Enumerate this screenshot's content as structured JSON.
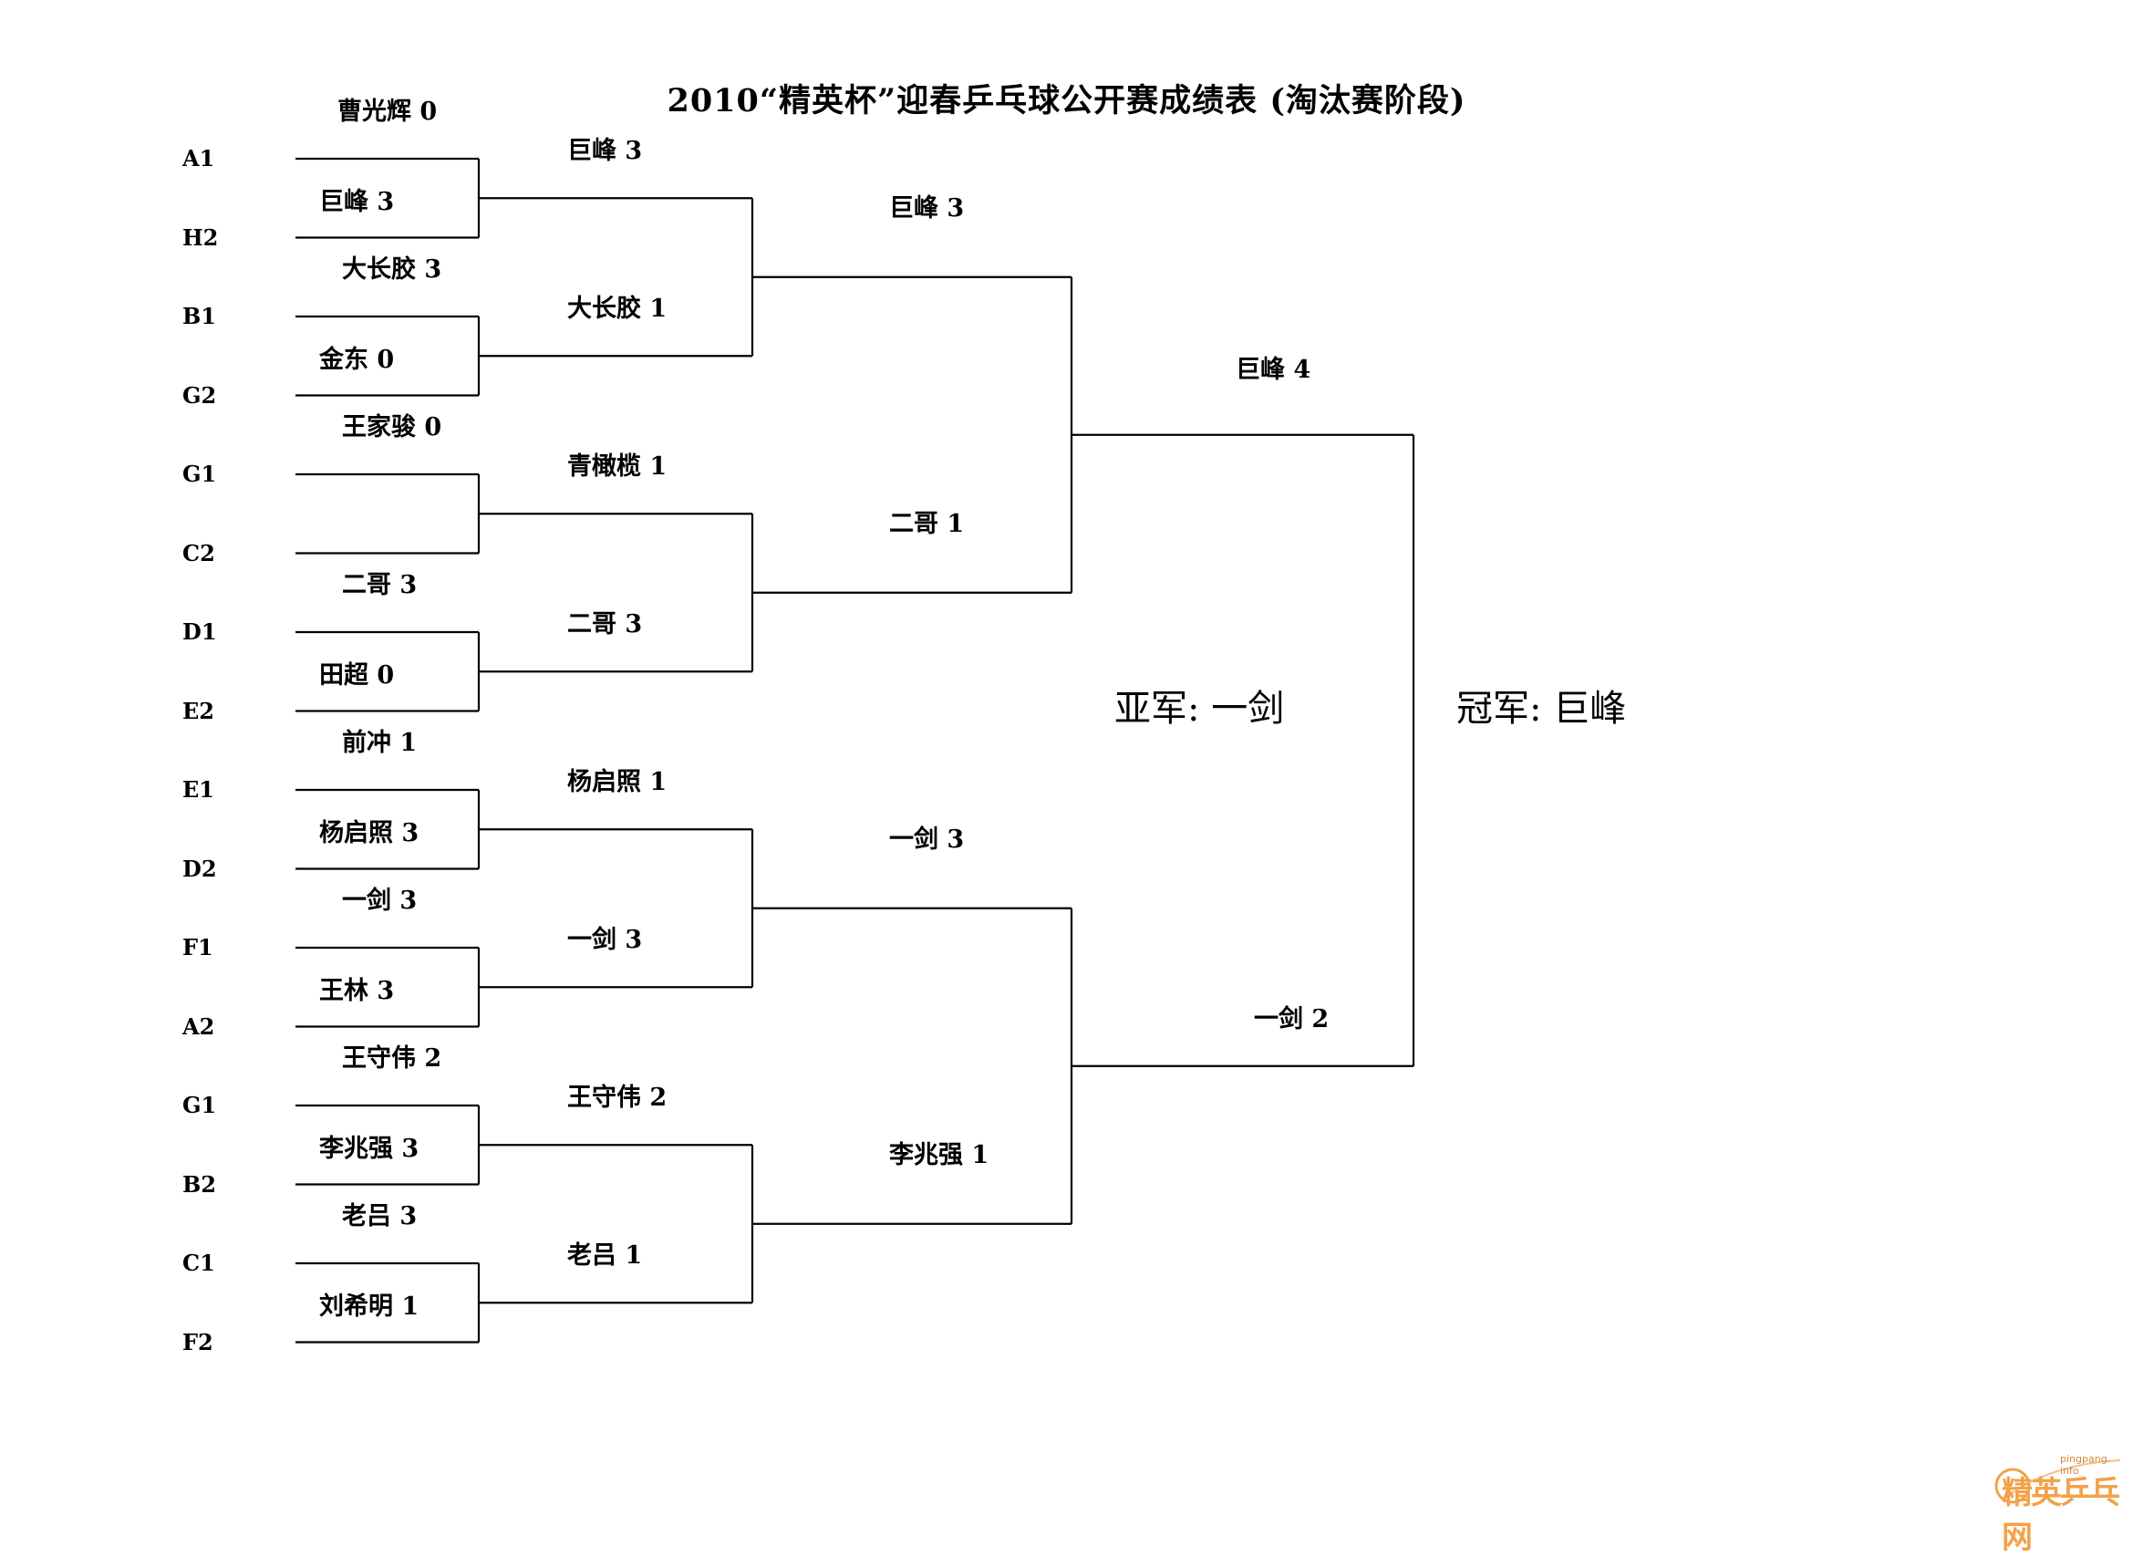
{
  "title": "2010“精英杯”迎春乒乓球公开赛成绩表 (淘汰赛阶段)",
  "seeds": [
    "A1",
    "H2",
    "B1",
    "G2",
    "G1",
    "C2",
    "D1",
    "E2",
    "E1",
    "D2",
    "F1",
    "A2",
    "G1",
    "B2",
    "C1",
    "F2"
  ],
  "round1": [
    {
      "top": "曹光辉 0",
      "mid": "巨峰 3"
    },
    {
      "top": "大长胶 3",
      "mid": "金东 0"
    },
    {
      "top": "王家骏 0",
      "mid": ""
    },
    {
      "top": "二哥 3",
      "mid": "田超 0"
    },
    {
      "top": "前冲 1",
      "mid": "杨启照 3"
    },
    {
      "top": "一剑 3",
      "mid": "王林 3"
    },
    {
      "top": "王守伟 2",
      "mid": "李兆强 3"
    },
    {
      "top": "老吕 3",
      "mid": "刘希明 1"
    }
  ],
  "round2": [
    "巨峰 3",
    "大长胶 1",
    "青橄榄 1",
    "二哥 3",
    "杨启照 1",
    "一剑 3",
    "王守伟 2",
    "老吕 1"
  ],
  "round3": [
    "巨峰 3",
    "二哥 1",
    "一剑 3",
    "李兆强 1"
  ],
  "round4": [
    "巨峰 4",
    "一剑 2"
  ],
  "results": {
    "runner_up": "亚军: 一剑",
    "champion": "冠军: 巨峰"
  },
  "watermark": {
    "url": "pingpang. info",
    "name": "精英乒乓网"
  }
}
